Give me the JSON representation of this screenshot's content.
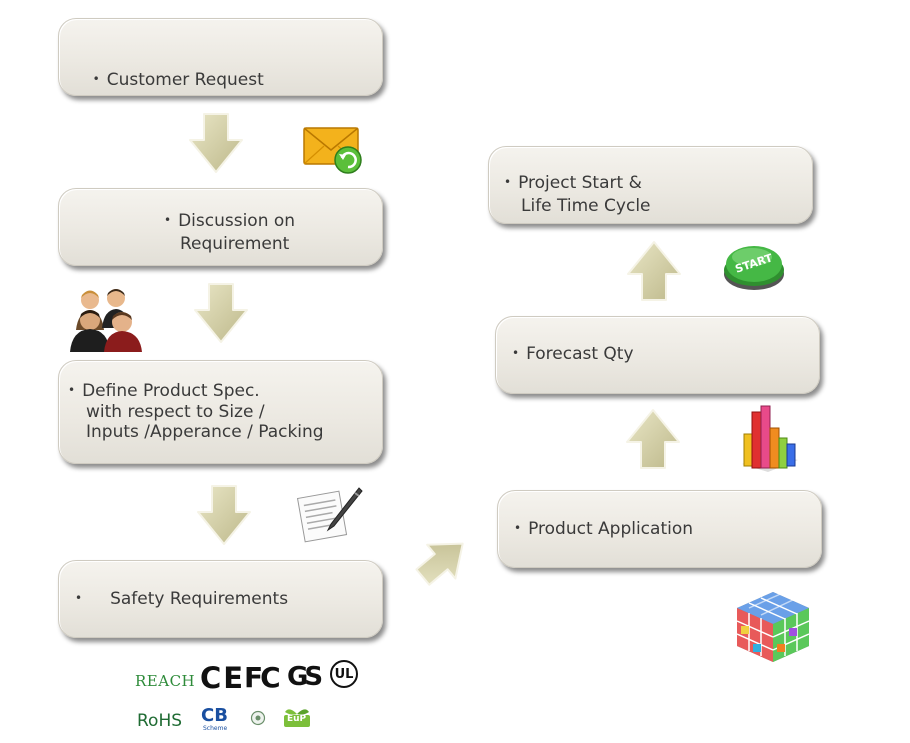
{
  "steps": {
    "customer_request": "Customer Request",
    "discussion_line1": "Discussion on",
    "discussion_line2": "Requirement",
    "define_line1": "Define Product Spec.",
    "define_line2": "with respect to Size /",
    "define_line3": "Inputs /Apperance / Packing",
    "safety": "Safety Requirements",
    "product_application": "Product Application",
    "forecast": "Forecast Qty",
    "project_line1": "Project Start &",
    "project_line2": "Life Time Cycle"
  },
  "bullet": "•",
  "start_button_label": "START",
  "cert_logos": {
    "reach": "REACH",
    "ce": "CE",
    "fc": "FC",
    "gs": "GS",
    "ul": "UL",
    "rohs": "RoHS",
    "cb": "CB",
    "cb_sub": "Scheme",
    "eup": "EuP"
  },
  "colors": {
    "box_fill": "#ece9e2",
    "arrow_fill": "#d6d2aa",
    "reach_green": "#2e8b3a",
    "rohs_green": "#1f6b33",
    "cb_blue": "#1a4fa0",
    "eup_green": "#6aa72b"
  },
  "icons": [
    "envelope-icon",
    "people-icon",
    "document-pen-icon",
    "start-button-icon",
    "bar-chart-icon",
    "app-cube-icon"
  ]
}
